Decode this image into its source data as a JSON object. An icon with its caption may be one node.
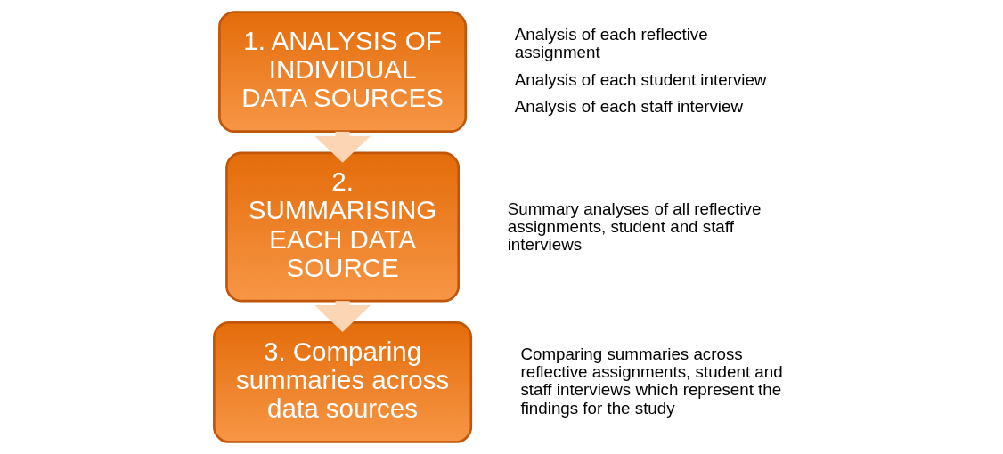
{
  "diagram": {
    "nodes": [
      {
        "text": [
          "1. ANALYSIS OF INDIVIDUAL DATA SOURCES"
        ],
        "beside": [
          "Analysis of each reflective assignment",
          "Analysis of each student interview",
          "Analysis of each staff interview"
        ]
      },
      {
        "text": [
          "2. SUMMARISING EACH DATA SOURCE"
        ],
        "beside": [
          "Summary analyses of all reflective assignments, student and staff interviews"
        ]
      },
      {
        "text": [
          "3. Comparing summaries across data sources"
        ],
        "beside": [
          "Comparing summaries across reflective assignments, student and staff interviews which represent the findings for the study"
        ]
      }
    ],
    "edges": [
      {
        "from": 0,
        "to": 1,
        "arrow": "to"
      },
      {
        "from": 1,
        "to": 2,
        "arrow": "to"
      }
    ]
  }
}
